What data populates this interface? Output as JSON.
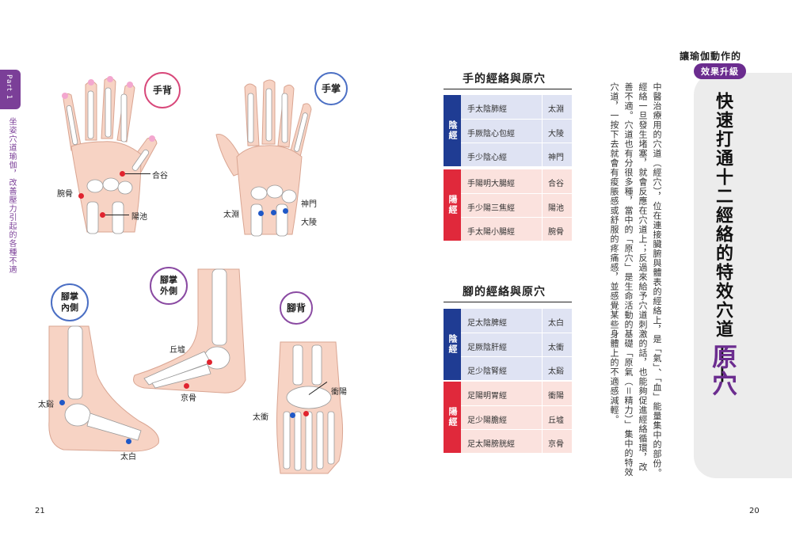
{
  "side_tab": {
    "part": "Part 1",
    "note": "坐姿穴道瑜伽，改善壓力引起的各種不適"
  },
  "page_numbers": {
    "left": "21",
    "right": "20"
  },
  "illustrations": {
    "hand_back": {
      "label": "手背",
      "points": {
        "hegu": "合谷",
        "wangu": "腕骨",
        "yangchi": "陽池"
      }
    },
    "hand_palm": {
      "label": "手掌",
      "points": {
        "shenmen": "神門",
        "taiyuan": "太淵",
        "daling": "大陵"
      }
    },
    "foot_outer": {
      "label": "腳掌\n外側",
      "points": {
        "qiuxu": "丘墟",
        "jinggu": "京骨"
      }
    },
    "foot_inner": {
      "label": "腳掌\n內側",
      "points": {
        "taixi": "太谿",
        "taibai": "太白"
      }
    },
    "foot_top": {
      "label": "腳背",
      "points": {
        "chongyang": "衝陽",
        "taichong": "太衝"
      }
    }
  },
  "tables": {
    "hand": {
      "title": "手的經絡與原穴",
      "yin": {
        "label": "陰經",
        "rows": [
          {
            "meridian": "手太陰肺經",
            "point": "太淵"
          },
          {
            "meridian": "手厥陰心包經",
            "point": "大陵"
          },
          {
            "meridian": "手少陰心經",
            "point": "神門"
          }
        ]
      },
      "yang": {
        "label": "陽經",
        "rows": [
          {
            "meridian": "手陽明大腸經",
            "point": "合谷"
          },
          {
            "meridian": "手少陽三焦經",
            "point": "陽池"
          },
          {
            "meridian": "手太陽小腸經",
            "point": "腕骨"
          }
        ]
      }
    },
    "foot": {
      "title": "腳的經絡與原穴",
      "yin": {
        "label": "陰經",
        "rows": [
          {
            "meridian": "足太陰脾經",
            "point": "太白"
          },
          {
            "meridian": "足厥陰肝經",
            "point": "太衝"
          },
          {
            "meridian": "足少陰腎經",
            "point": "太谿"
          }
        ]
      },
      "yang": {
        "label": "陽經",
        "rows": [
          {
            "meridian": "足陽明胃經",
            "point": "衝陽"
          },
          {
            "meridian": "足少陽膽經",
            "point": "丘墟"
          },
          {
            "meridian": "足太陽膀胱經",
            "point": "京骨"
          }
        ]
      }
    }
  },
  "right_page": {
    "badge_top": "讓瑜伽動作的",
    "badge_pill": "效果升級",
    "title": "快速打通十二經絡的特效穴道 ——",
    "subtitle": "原穴",
    "body": "中醫治療用的穴道（經穴），位在連接臟腑與體表的經絡上，是「氣」、「血」能量集中的部份。經絡一旦發生堵塞，就會反應在穴道上；反過來給予穴道刺激的話，也能夠促進經絡循環，改善不適。穴道也有分很多種，當中的「原穴」是生命活動的基礎「原氣（＝精力）」集中的特效穴道，一按下去就會有痠脹感或舒服的疼痛感，並感覺某些身體上的不適感減輕。"
  },
  "colors": {
    "purple": "#6b2c8f",
    "yin_blue": "#1f3c93",
    "yang_red": "#e0293b",
    "point_red": "#e0232e",
    "point_blue": "#1f58c7"
  }
}
